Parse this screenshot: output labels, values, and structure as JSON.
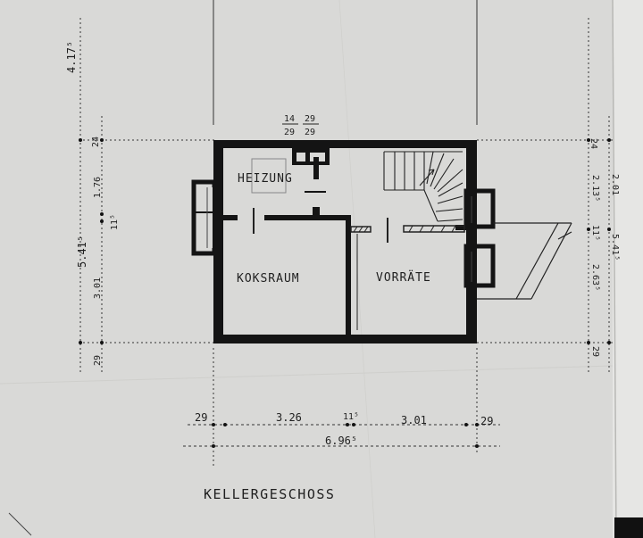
{
  "sheet": {
    "paper_color": "#d9d9d7",
    "ink_color": "#1a1a1a",
    "title": "KELLERGESCHOSS"
  },
  "rooms": {
    "heizung": "HEIZUNG",
    "koksraum": "KOKSRAUM",
    "vorraete": "VORRÄTE"
  },
  "dimensions": {
    "top_left_total": "4.17⁵",
    "left_outer_total": "5.41⁵",
    "left_24": "24",
    "left_176": "1.76",
    "left_11": "11⁵",
    "left_301": "3.01",
    "left_29": "29",
    "chimney_a": "14",
    "chimney_b": "29",
    "chimney_c": "29",
    "chimney_d": "29",
    "right_24": "24",
    "right_201": "2.01",
    "right_213": "2.13⁵",
    "right_541": "5.41⁵",
    "right_11": "11⁵",
    "right_263": "2.63⁵",
    "right_29": "29",
    "bottom_29_left": "29",
    "bottom_326": "3.26",
    "bottom_115": "11⁵",
    "bottom_301": "3.01",
    "bottom_29_right": "29",
    "bottom_total": "6.96⁵"
  }
}
